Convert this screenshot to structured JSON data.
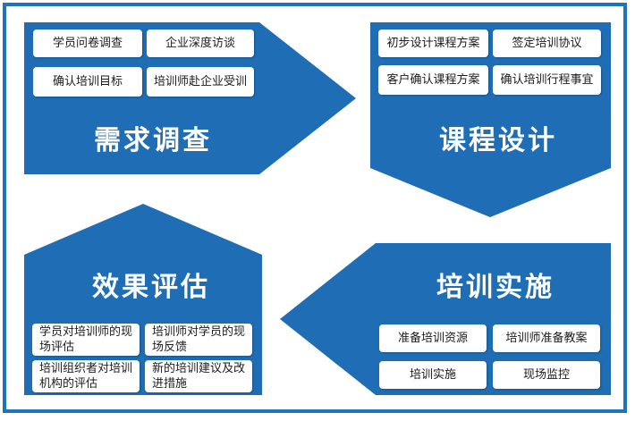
{
  "colors": {
    "shape": "#1f6eb5",
    "frame": "#1f75bb",
    "box_bg": "#ffffff",
    "title_text": "#ffffff"
  },
  "sections": {
    "needs_survey": {
      "title": "需求调查",
      "items": [
        "学员问卷调查",
        "企业深度访谈",
        "确认培训目标",
        "培训师赴企业受训"
      ]
    },
    "course_design": {
      "title": "课程设计",
      "items": [
        "初步设计课程方案",
        "签定培训协议",
        "客户确认课程方案",
        "确认培训行程事宜"
      ]
    },
    "training_implementation": {
      "title": "培训实施",
      "items": [
        "准备培训资源",
        "培训师准备教案",
        "培训实施",
        "现场监控"
      ]
    },
    "effect_evaluation": {
      "title": "效果评估",
      "items": [
        "学员对培训师的现场评估",
        "培训师对学员的现场反馈",
        "培训组织者对培训机构的评估",
        "新的培训建议及改进措施"
      ]
    }
  }
}
